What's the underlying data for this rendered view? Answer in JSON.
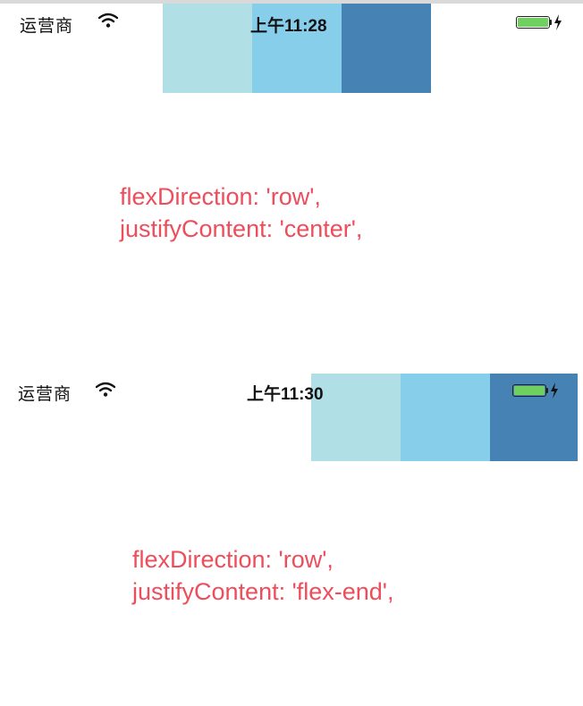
{
  "screens": [
    {
      "status_bar": {
        "carrier": "运营商",
        "time": "上午11:28"
      },
      "boxes": [
        {
          "color": "#b0dfe5"
        },
        {
          "color": "#87ceeb"
        },
        {
          "color": "#4682b4"
        }
      ],
      "code_lines": [
        "flexDirection: 'row',",
        "justifyContent: 'center',"
      ]
    },
    {
      "status_bar": {
        "carrier": "运营商",
        "time": "上午11:30"
      },
      "boxes": [
        {
          "color": "#b0dfe5"
        },
        {
          "color": "#87ceeb"
        },
        {
          "color": "#4682b4"
        }
      ],
      "code_lines": [
        "flexDirection: 'row',",
        "justifyContent: 'flex-end',"
      ]
    }
  ],
  "icons": {
    "wifi": "wifi-icon",
    "battery": "battery-icon",
    "charging": "charging-bolt-icon"
  },
  "colors": {
    "code_text": "#ee4d5b",
    "battery_fill": "#6fd05f"
  }
}
